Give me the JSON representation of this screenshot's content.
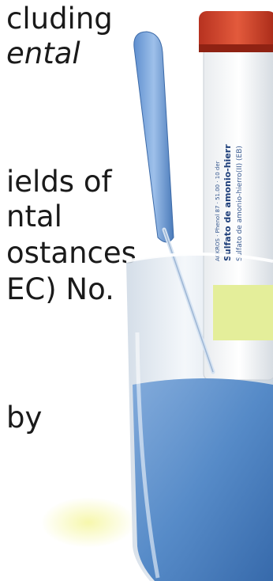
{
  "text_lines": [
    "cluding",
    "ental",
    "ields of",
    "ntal",
    "ostances",
    "EC) No.",
    "by"
  ],
  "tube_label": {
    "line1": "Sulfato de amonio-hierr",
    "line2": "Sulfato de amonio-hierro(II) (EB)",
    "line3": "ACKROS · Phenol 87 · 51.00 · 10 der"
  },
  "colors": {
    "liquid": "#4f86c6",
    "liquid_dark": "#2f64a8",
    "cup": "#dfe7ef",
    "cap": "#d6452b",
    "label_yellow": "#e4ee9a",
    "glow": "#f6f7a8"
  }
}
